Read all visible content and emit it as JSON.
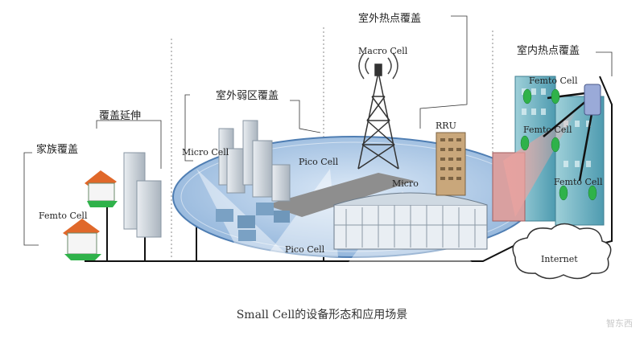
{
  "labels": {
    "family_coverage": "家族覆盖",
    "coverage_extension": "覆盖延伸",
    "outdoor_weak_coverage": "室外弱区覆盖",
    "outdoor_hotspot": "室外热点覆盖",
    "indoor_hotspot": "室内热点覆盖",
    "macro_cell": "Macro Cell",
    "rru": "RRU",
    "micro_cell": "Micro Cell",
    "pico_cell_top": "Pico Cell",
    "pico_cell_bottom": "Pico Cell",
    "micro": "Micro",
    "femto_cell_home": "Femto Cell",
    "femto_cell_1": "Femto Cell",
    "femto_cell_2": "Femto Cell",
    "femto_cell_3": "Femto Cell",
    "internet": "Internet"
  },
  "caption": "Small Cell的设备形态和应用场景",
  "watermark": "智东西",
  "colors": {
    "plateau": "#a9c8e8",
    "plateau_edge": "#5c86b8",
    "building_blue": "#7fb2c8",
    "building_gray": "#d8dde2",
    "roof_orange": "#e0682a",
    "antenna_green": "#2fb24a",
    "tower": "#3b3b3b",
    "beam_red": "#d9534f"
  }
}
